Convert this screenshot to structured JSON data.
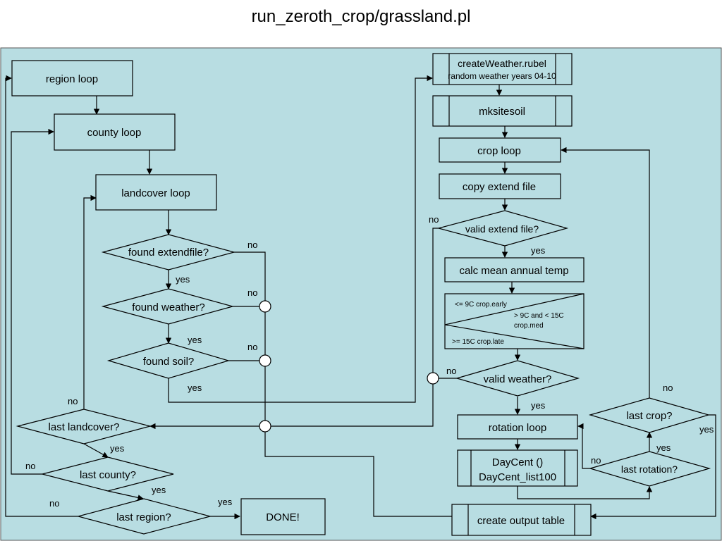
{
  "title": "run_zeroth_crop/grassland.pl",
  "colors": {
    "background": "#b8dde2",
    "stroke": "#000000",
    "page": "#ffffff"
  },
  "nodes": {
    "region_loop": "region loop",
    "county_loop": "county loop",
    "landcover_loop": "landcover loop",
    "found_extendfile": "found extendfile?",
    "found_weather": "found weather?",
    "found_soil": "found soil?",
    "last_landcover": "last landcover?",
    "last_county": "last county?",
    "last_region": "last region?",
    "done": "DONE!",
    "create_weather_1": "createWeather.rubel",
    "create_weather_2": "random weather years 04-10",
    "mksitesoil": "mksitesoil",
    "crop_loop": "crop loop",
    "copy_extend_file": "copy extend file",
    "valid_extend_file": "valid extend file?",
    "calc_mean_temp": "calc mean annual temp",
    "crop_early": "<= 9C crop.early",
    "crop_med_1": "> 9C and < 15C",
    "crop_med_2": "crop.med",
    "crop_late": ">= 15C crop.late",
    "valid_weather": "valid weather?",
    "rotation_loop": "rotation loop",
    "daycent_1": "DayCent ()",
    "daycent_2": "DayCent_list100",
    "create_output_table": "create output table",
    "last_crop": "last crop?",
    "last_rotation": "last rotation?"
  },
  "edge_labels": {
    "yes": "yes",
    "no": "no"
  }
}
